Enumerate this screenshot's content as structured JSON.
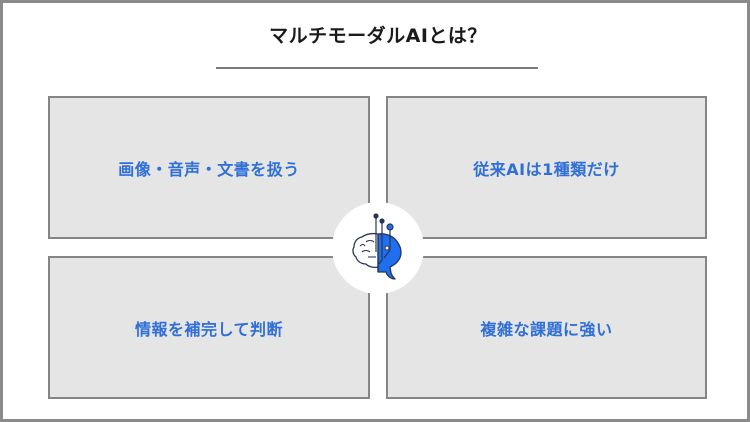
{
  "slide": {
    "title": "マルチモーダルAIとは？",
    "colors": {
      "title_text": "#1a1a1a",
      "card_text": "#2f6fd6",
      "card_background": "#e5e5e5",
      "card_border": "#858585",
      "frame_border": "#8a8a8a",
      "icon_blue": "#1f6ff0",
      "icon_outline": "#2a3550"
    },
    "cards": [
      {
        "label": "画像・音声・文書を扱う"
      },
      {
        "label": "従来AIは1種類だけ"
      },
      {
        "label": "情報を補完して判断"
      },
      {
        "label": "複雑な課題に強い"
      }
    ],
    "center_icon": "ai-brain-circuit-icon"
  }
}
